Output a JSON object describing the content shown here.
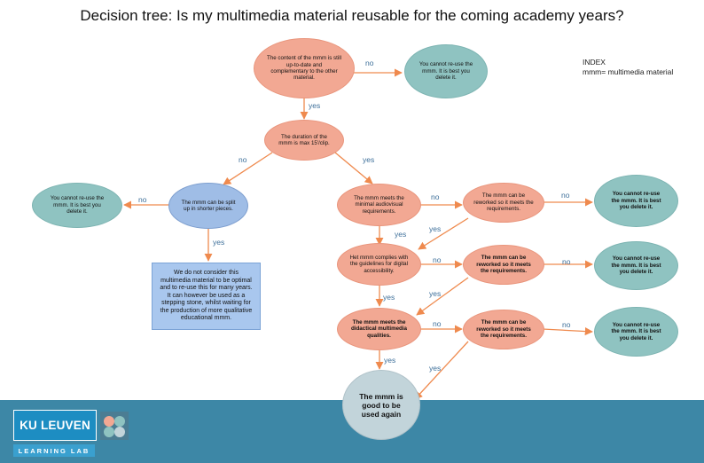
{
  "title": "Decision tree: Is my multimedia material reusable for the coming academy years?",
  "index": {
    "heading": "INDEX",
    "entry": "mmm= multimedia material"
  },
  "nodes": {
    "q_content": "The content of the mmm is still up-to-date and complementary to the other material.",
    "delete_top": "You cannot re-use the mmm. It is best you delete it.",
    "q_duration": "The duration of the mmm is max 15'/clip.",
    "q_split": "The mmm can be split up in shorter pieces.",
    "delete_left": "You cannot re-use the mmm. It is best you delete it.",
    "not_optimal": "We do not consider this multimedia material to be optimal and to re-use this for many years. It can however be used as a stepping stone, whilst waiting for the production of more qualitative educational mmm.",
    "q_audiovisual": "The mmm meets the minimal audiovisual requirements.",
    "rework_1": "The mmm can be reworked so it meets the requirements.",
    "delete_1": "You cannot re-use the mmm. It is best you delete it.",
    "q_accessibility": "Het mmm complies with the guidelines for digital accessibility.",
    "rework_2": "The mmm can be reworked so it meets the requirements.",
    "delete_2": "You cannot re-use the mmm. It is best you delete it.",
    "q_didactical": "The mmm meets the didactical multimedia qualities.",
    "rework_3": "The mmm can be reworked so it meets the requirements.",
    "delete_3": "You cannot re-use the mmm. It is best you delete it.",
    "good": "The mmm is good to be used again"
  },
  "labels": {
    "no": "no",
    "yes": "yes"
  },
  "brand": {
    "logo": "KU LEUVEN",
    "sub": "LEARNING LAB"
  },
  "colors": {
    "question": "#f2a893",
    "delete": "#8fc3c1",
    "split": "#9fbde6",
    "good": "#c2d4da",
    "arrow": "#ef8a4e",
    "label": "#3d6f9a",
    "footer": "#3d87a6"
  }
}
